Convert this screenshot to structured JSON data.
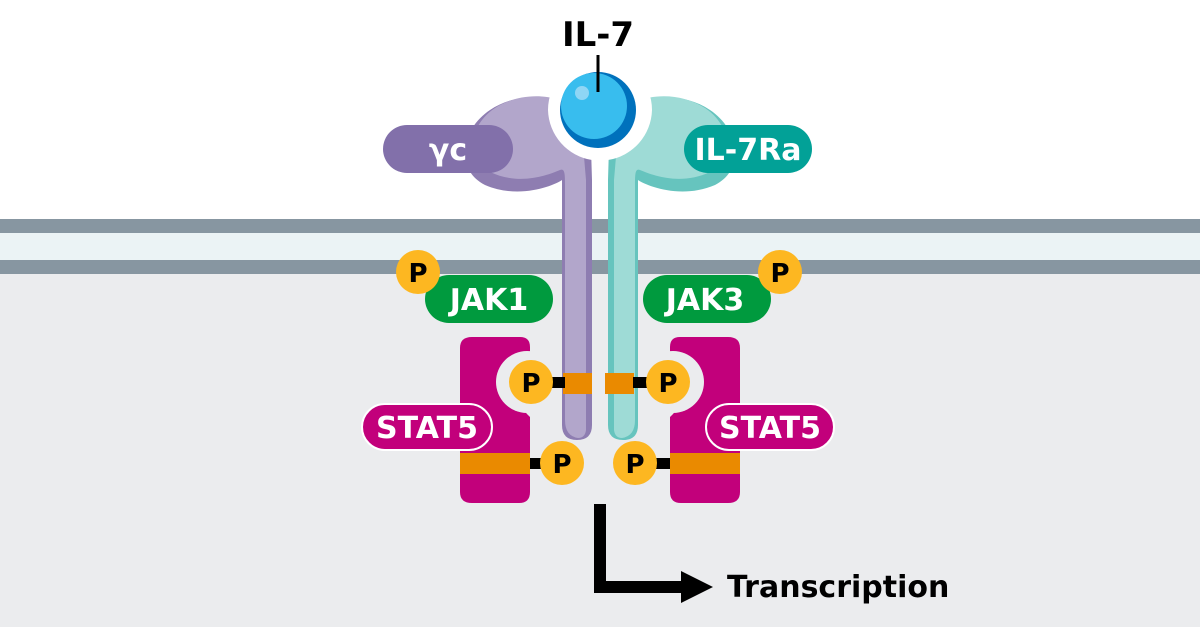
{
  "title": "IL-7 signaling pathway",
  "ligand": {
    "label": "IL-7"
  },
  "receptors": {
    "left": {
      "label": "γc"
    },
    "right": {
      "label": "IL-7Ra"
    }
  },
  "kinases": {
    "left": {
      "label": "JAK1",
      "phospho": "P"
    },
    "right": {
      "label": "JAK3",
      "phospho": "P"
    }
  },
  "stats": {
    "left": {
      "label": "STAT5"
    },
    "right": {
      "label": "STAT5"
    }
  },
  "phospho_label": "P",
  "output": {
    "label": "Transcription"
  },
  "colors": {
    "membrane_stripe": "#8796a1",
    "membrane_inner": "#ebf3f5",
    "cytoplasm": "#ebecee",
    "gamma_c": "#b2a6cb",
    "gamma_c_dark": "#8e7db1",
    "gamma_c_label": "#8270aa",
    "il7ra": "#9edbd6",
    "il7ra_dark": "#66c4be",
    "il7ra_label": "#02a197",
    "il7": "#38bdee",
    "il7_dark": "#0071bc",
    "jak": "#009a3e",
    "stat5": "#c2007b",
    "phospho": "#fdb721",
    "linker": "#ea8a00"
  }
}
